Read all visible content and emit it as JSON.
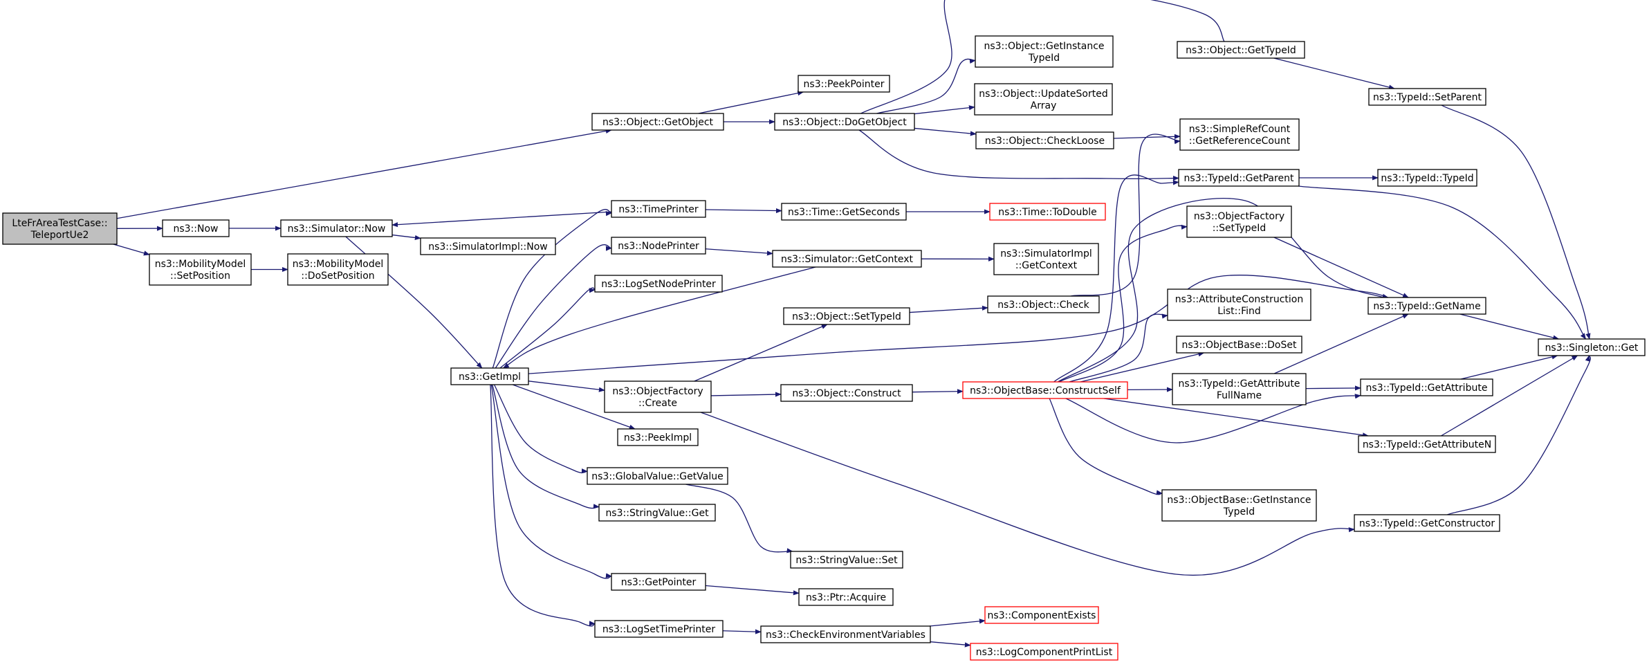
{
  "nodes": {
    "root": {
      "lines": [
        "LteFrAreaTestCase::",
        "TeleportUe2"
      ]
    },
    "now": {
      "lines": [
        "ns3::Now"
      ]
    },
    "mobset": {
      "lines": [
        "ns3::MobilityModel",
        "::SetPosition"
      ]
    },
    "simnow": {
      "lines": [
        "ns3::Simulator::Now"
      ]
    },
    "mobdoset": {
      "lines": [
        "ns3::MobilityModel",
        "::DoSetPosition"
      ]
    },
    "simimplnow": {
      "lines": [
        "ns3::SimulatorImpl::Now"
      ]
    },
    "getimpl": {
      "lines": [
        "ns3::GetImpl"
      ]
    },
    "getobject": {
      "lines": [
        "ns3::Object::GetObject"
      ]
    },
    "timeprinter": {
      "lines": [
        "ns3::TimePrinter"
      ]
    },
    "nodeprinter": {
      "lines": [
        "ns3::NodePrinter"
      ]
    },
    "logsetnode": {
      "lines": [
        "ns3::LogSetNodePrinter"
      ]
    },
    "ofcreate": {
      "lines": [
        "ns3::ObjectFactory",
        "::Create"
      ]
    },
    "peekimpl": {
      "lines": [
        "ns3::PeekImpl"
      ]
    },
    "gvget": {
      "lines": [
        "ns3::GlobalValue::GetValue"
      ]
    },
    "svget": {
      "lines": [
        "ns3::StringValue::Get"
      ]
    },
    "getpointer": {
      "lines": [
        "ns3::GetPointer"
      ]
    },
    "logsettime": {
      "lines": [
        "ns3::LogSetTimePrinter"
      ]
    },
    "peekpointer": {
      "lines": [
        "ns3::PeekPointer"
      ]
    },
    "dogetobject": {
      "lines": [
        "ns3::Object::DoGetObject"
      ]
    },
    "getseconds": {
      "lines": [
        "ns3::Time::GetSeconds"
      ]
    },
    "simgetctx": {
      "lines": [
        "ns3::Simulator::GetContext"
      ]
    },
    "setTypeId": {
      "lines": [
        "ns3::Object::SetTypeId"
      ]
    },
    "construct": {
      "lines": [
        "ns3::Object::Construct"
      ]
    },
    "svset": {
      "lines": [
        "ns3::StringValue::Set"
      ]
    },
    "ptracquire": {
      "lines": [
        "ns3::Ptr::Acquire"
      ]
    },
    "checkenv": {
      "lines": [
        "ns3::CheckEnvironmentVariables"
      ]
    },
    "getinsttid": {
      "lines": [
        "ns3::Object::GetInstance",
        "TypeId"
      ]
    },
    "updsorted": {
      "lines": [
        "ns3::Object::UpdateSorted",
        "Array"
      ]
    },
    "checkloose": {
      "lines": [
        "ns3::Object::CheckLoose"
      ]
    },
    "todouble": {
      "lines": [
        "ns3::Time::ToDouble"
      ]
    },
    "simimplctx": {
      "lines": [
        "ns3::SimulatorImpl",
        "::GetContext"
      ]
    },
    "objcheck": {
      "lines": [
        "ns3::Object::Check"
      ]
    },
    "constself": {
      "lines": [
        "ns3::ObjectBase::ConstructSelf"
      ]
    },
    "compexists": {
      "lines": [
        "ns3::ComponentExists"
      ]
    },
    "logcplist": {
      "lines": [
        "ns3::LogComponentPrintList"
      ]
    },
    "objgettid": {
      "lines": [
        "ns3::Object::GetTypeId"
      ]
    },
    "refcount": {
      "lines": [
        "ns3::SimpleRefCount",
        "::GetReferenceCount"
      ]
    },
    "tidparent": {
      "lines": [
        "ns3::TypeId::GetParent"
      ]
    },
    "ofsettid": {
      "lines": [
        "ns3::ObjectFactory",
        "::SetTypeId"
      ]
    },
    "acfind": {
      "lines": [
        "ns3::AttributeConstruction",
        "List::Find"
      ]
    },
    "obdoset": {
      "lines": [
        "ns3::ObjectBase::DoSet"
      ]
    },
    "tidattrfull": {
      "lines": [
        "ns3::TypeId::GetAttribute",
        "FullName"
      ]
    },
    "obinsttid": {
      "lines": [
        "ns3::ObjectBase::GetInstance",
        "TypeId"
      ]
    },
    "tidsetpar": {
      "lines": [
        "ns3::TypeId::SetParent"
      ]
    },
    "tidtid": {
      "lines": [
        "ns3::TypeId::TypeId"
      ]
    },
    "tidname": {
      "lines": [
        "ns3::TypeId::GetName"
      ]
    },
    "tidattr": {
      "lines": [
        "ns3::TypeId::GetAttribute"
      ]
    },
    "tidattrn": {
      "lines": [
        "ns3::TypeId::GetAttributeN"
      ]
    },
    "tidctor": {
      "lines": [
        "ns3::TypeId::GetConstructor"
      ]
    },
    "singget": {
      "lines": [
        "ns3::Singleton::Get"
      ]
    }
  },
  "truncated": [
    "todouble",
    "constself",
    "compexists",
    "logcplist"
  ],
  "root": "root",
  "colors": {
    "edge": "#191970",
    "box_border": "#000000",
    "truncated_border": "#ff0000",
    "root_fill": "#bfbfbf"
  },
  "edges": [
    [
      "root",
      "getobject"
    ],
    [
      "root",
      "now"
    ],
    [
      "root",
      "mobset"
    ],
    [
      "now",
      "simnow"
    ],
    [
      "mobset",
      "mobdoset"
    ],
    [
      "simnow",
      "simimplnow"
    ],
    [
      "simnow",
      "getimpl"
    ],
    [
      "getobject",
      "peekpointer"
    ],
    [
      "getobject",
      "dogetobject"
    ],
    [
      "timeprinter",
      "simnow"
    ],
    [
      "timeprinter",
      "getseconds"
    ],
    [
      "getimpl",
      "timeprinter"
    ],
    [
      "getimpl",
      "nodeprinter"
    ],
    [
      "getimpl",
      "logsetnode"
    ],
    [
      "getimpl",
      "ofcreate"
    ],
    [
      "getimpl",
      "peekimpl"
    ],
    [
      "getimpl",
      "gvget"
    ],
    [
      "getimpl",
      "svget"
    ],
    [
      "getimpl",
      "getpointer"
    ],
    [
      "getimpl",
      "logsettime"
    ],
    [
      "getimpl",
      "tidname"
    ],
    [
      "simgetctx",
      "getimpl"
    ],
    [
      "nodeprinter",
      "simgetctx"
    ],
    [
      "getseconds",
      "todouble"
    ],
    [
      "simgetctx",
      "simimplctx"
    ],
    [
      "ofcreate",
      "setTypeId"
    ],
    [
      "ofcreate",
      "construct"
    ],
    [
      "ofcreate",
      "tidctor"
    ],
    [
      "setTypeId",
      "objcheck"
    ],
    [
      "construct",
      "constself"
    ],
    [
      "gvget",
      "svset"
    ],
    [
      "getpointer",
      "ptracquire"
    ],
    [
      "logsettime",
      "checkenv"
    ],
    [
      "checkenv",
      "compexists"
    ],
    [
      "checkenv",
      "logcplist"
    ],
    [
      "dogetobject",
      "getinsttid"
    ],
    [
      "dogetobject",
      "updsorted"
    ],
    [
      "dogetobject",
      "checkloose"
    ],
    [
      "dogetobject",
      "objgettid"
    ],
    [
      "dogetobject",
      "tidparent"
    ],
    [
      "checkloose",
      "refcount"
    ],
    [
      "objcheck",
      "refcount"
    ],
    [
      "constself",
      "tidparent"
    ],
    [
      "constself",
      "ofsettid"
    ],
    [
      "constself",
      "acfind"
    ],
    [
      "constself",
      "obdoset"
    ],
    [
      "constself",
      "tidattrfull"
    ],
    [
      "constself",
      "obinsttid"
    ],
    [
      "constself",
      "tidname"
    ],
    [
      "constself",
      "tidattr"
    ],
    [
      "constself",
      "tidattrn"
    ],
    [
      "objgettid",
      "tidsetpar"
    ],
    [
      "tidparent",
      "tidtid"
    ],
    [
      "tidparent",
      "singget"
    ],
    [
      "ofsettid",
      "tidname"
    ],
    [
      "tidattrfull",
      "tidattr"
    ],
    [
      "tidattrfull",
      "tidname"
    ],
    [
      "tidsetpar",
      "singget"
    ],
    [
      "tidname",
      "singget"
    ],
    [
      "tidattr",
      "singget"
    ],
    [
      "tidattrn",
      "singget"
    ],
    [
      "tidctor",
      "singget"
    ]
  ]
}
